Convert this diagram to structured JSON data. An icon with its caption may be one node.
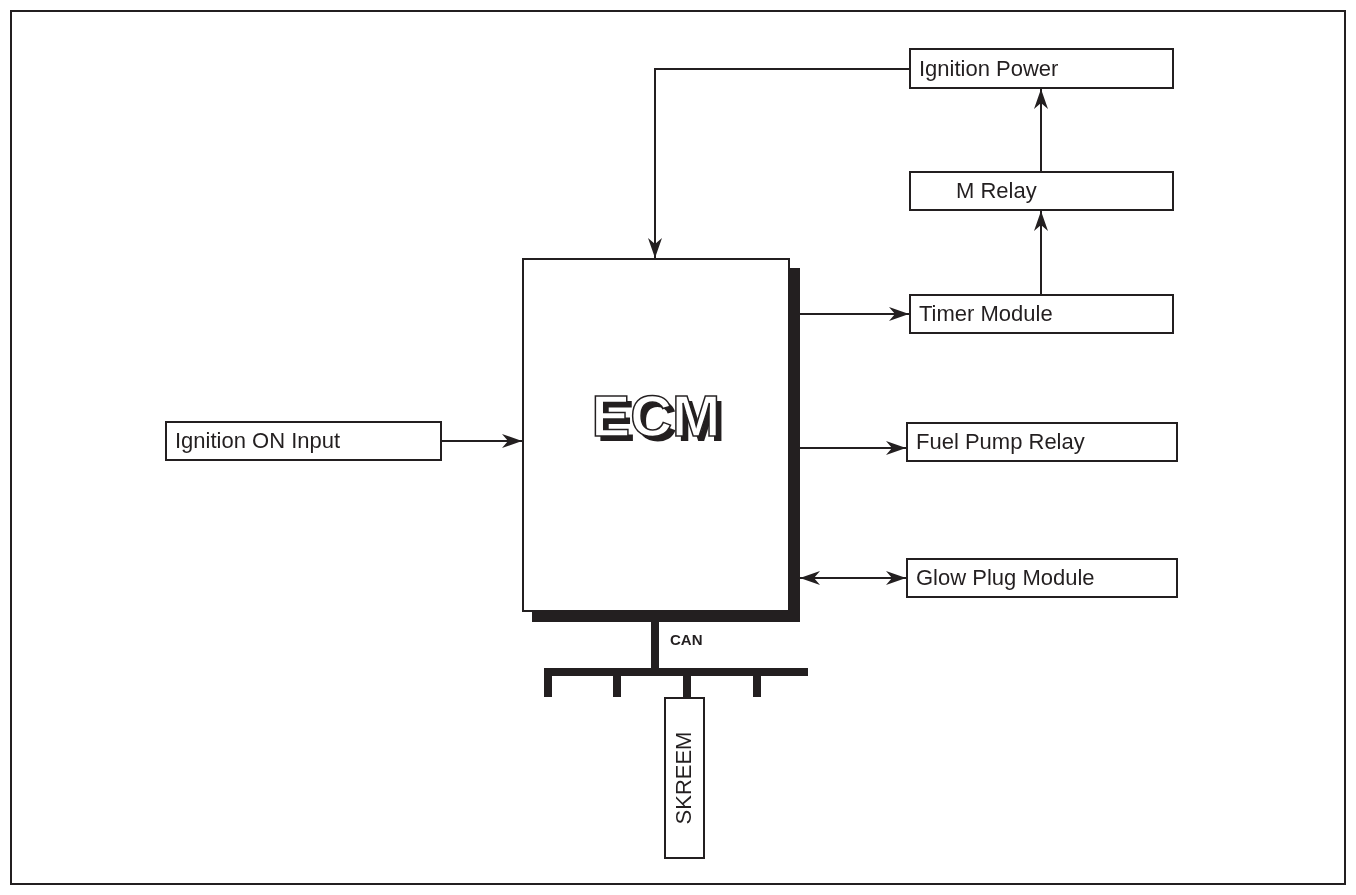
{
  "diagram": {
    "nodes": [
      {
        "text": [
          "Ignition Power"
        ]
      },
      {
        "text": [
          "M Relay"
        ]
      },
      {
        "text": [
          "Timer Module"
        ]
      },
      {
        "text": [
          "ECM"
        ]
      },
      {
        "text": [
          "Ignition ON Input"
        ]
      },
      {
        "text": [
          "Fuel Pump Relay"
        ]
      },
      {
        "text": [
          "Glow Plug Module"
        ]
      },
      {
        "text": [
          "SKREEM"
        ]
      }
    ],
    "edges": [
      {
        "from": 0,
        "to": 3,
        "arrow": "to"
      },
      {
        "from": 1,
        "to": 0,
        "arrow": "to"
      },
      {
        "from": 2,
        "to": 1,
        "arrow": "to"
      },
      {
        "from": 3,
        "to": 2,
        "arrow": "to"
      },
      {
        "from": 4,
        "to": 3,
        "arrow": "to"
      },
      {
        "from": 3,
        "to": 5,
        "arrow": "to"
      },
      {
        "from": 3,
        "to": 6,
        "arrow": "both"
      },
      {
        "from": 3,
        "to": 7,
        "arrow": "none",
        "style": "thick",
        "label": "CAN"
      }
    ]
  }
}
